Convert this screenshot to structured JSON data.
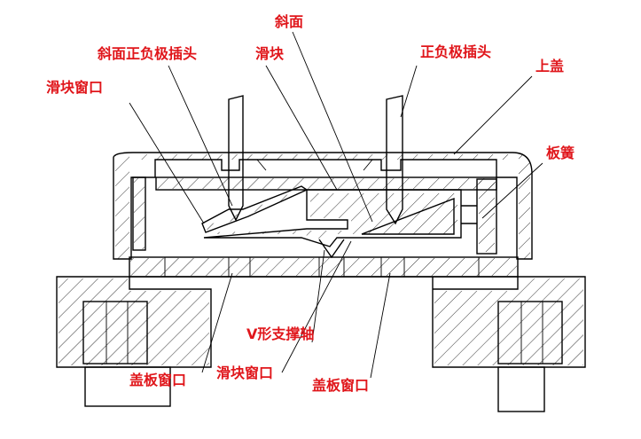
{
  "labels": {
    "slope_pole_plug": "斜面正负极插头",
    "slope": "斜面",
    "slider": "滑块",
    "slider_window_top": "滑块窗口",
    "pos_neg_plug": "正负极插头",
    "top_cover": "上盖",
    "leaf_spring": "板簧",
    "v_support_shaft": "V形支撑轴",
    "cover_window_left": "盖板窗口",
    "slider_window_bottom": "滑块窗口",
    "cover_window_right": "盖板窗口"
  }
}
